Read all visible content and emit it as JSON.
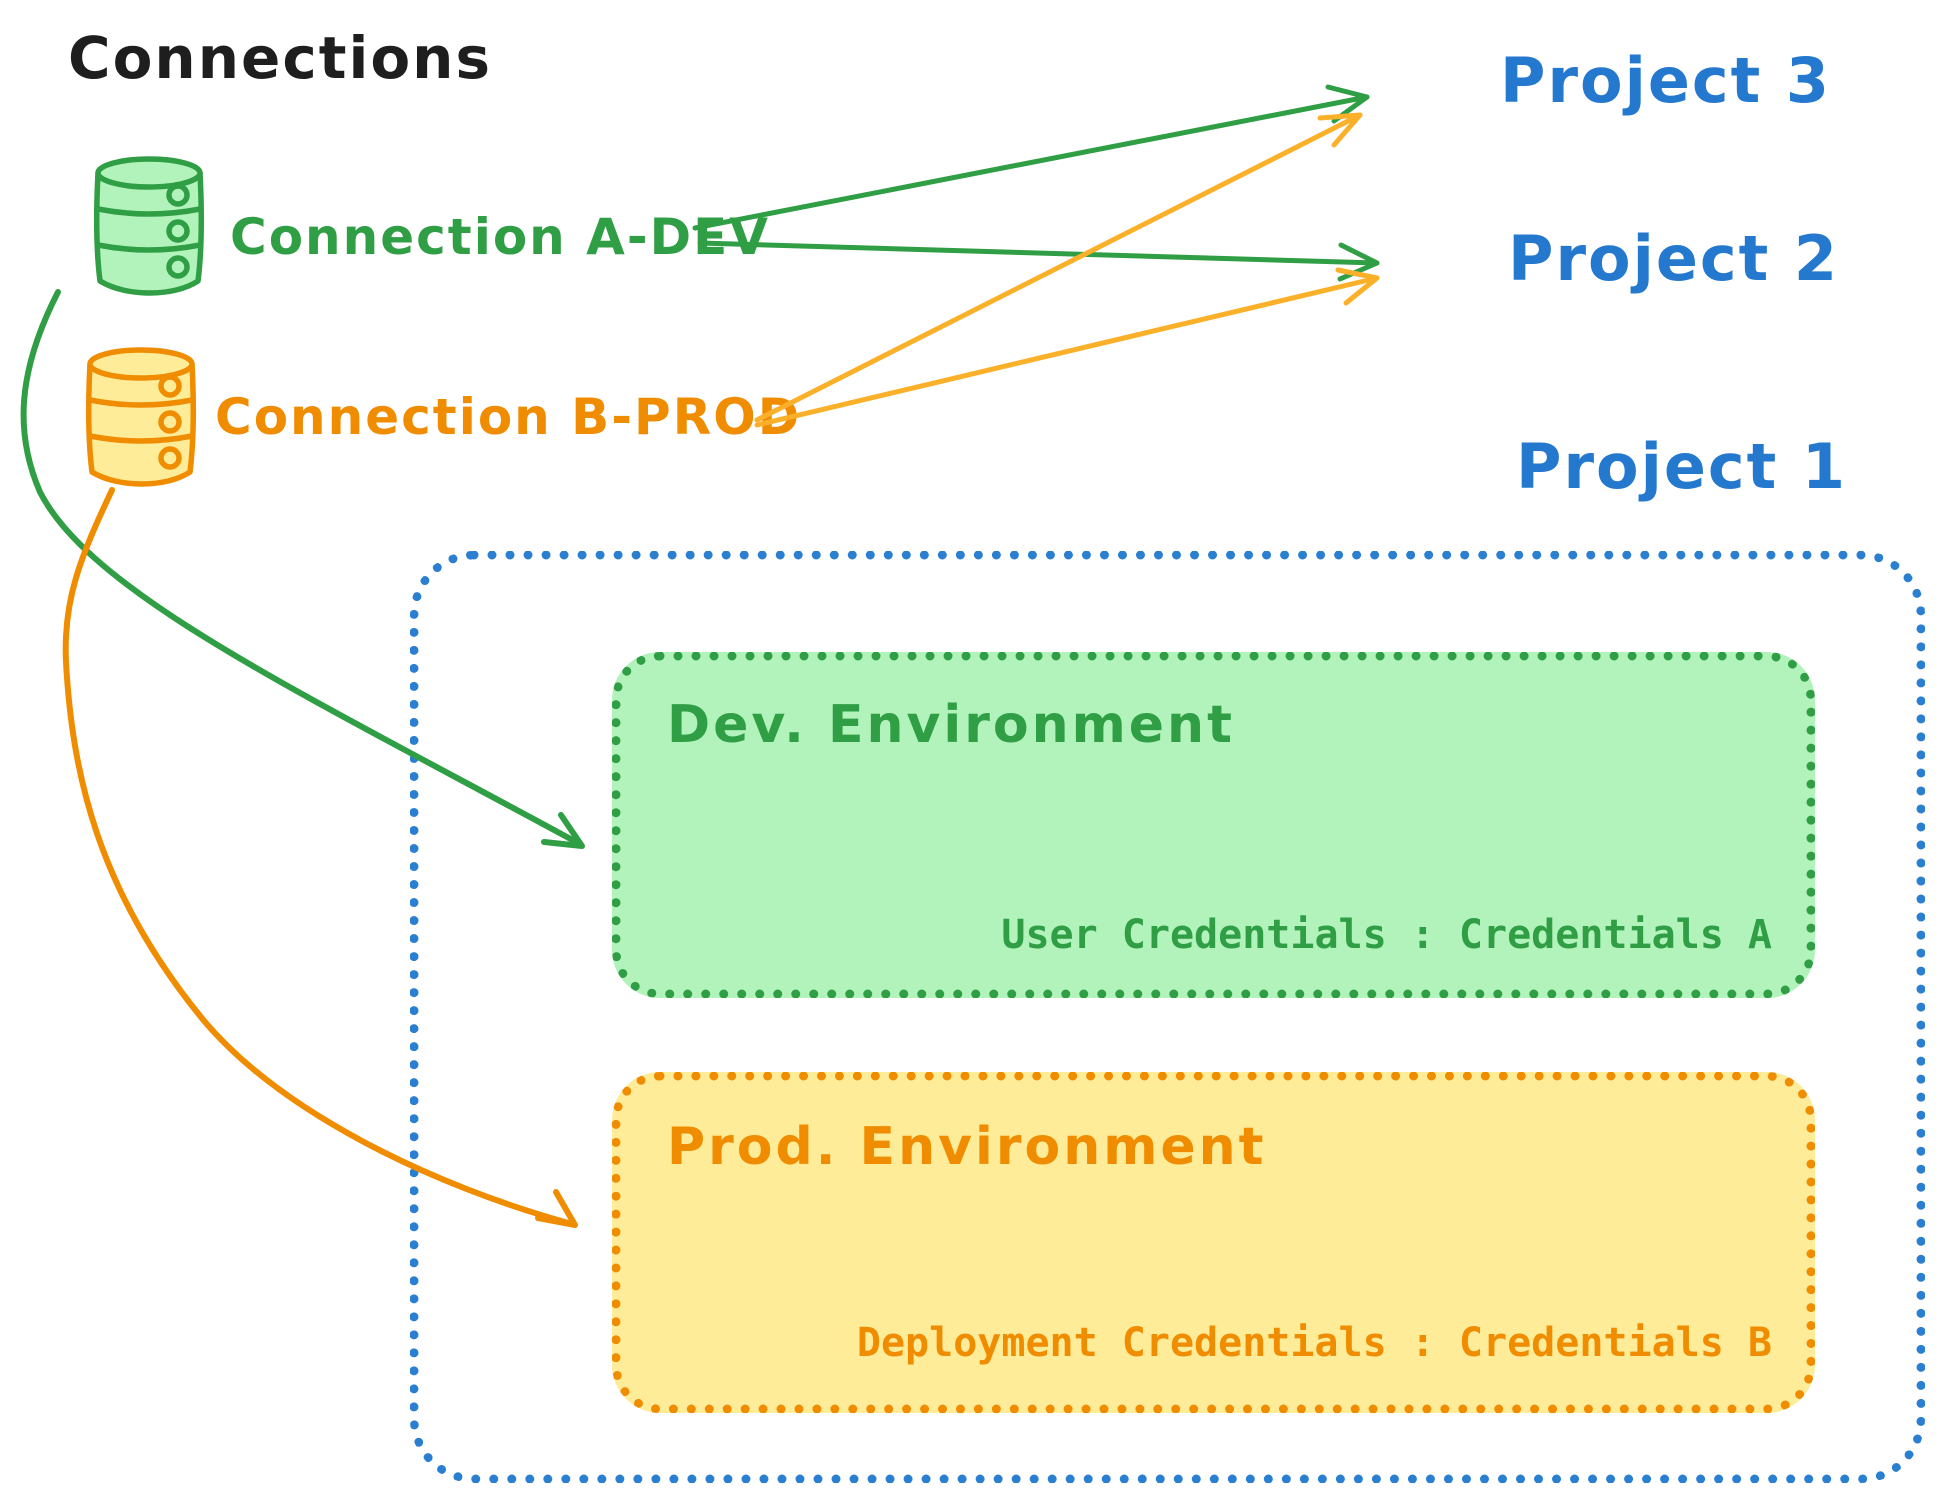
{
  "title": "Connections",
  "connections": [
    {
      "id": "a-dev",
      "label": "Connection A-DEV",
      "stroke_color": "#2f9e44",
      "fill_color": "#b2f2bb",
      "targets": [
        "Project 3",
        "Project 2",
        "Dev. Environment"
      ]
    },
    {
      "id": "b-prod",
      "label": "Connection B-PROD",
      "stroke_color": "#f08c00",
      "fill_color": "#ffec99",
      "targets": [
        "Project 3",
        "Project 2",
        "Prod. Environment"
      ]
    }
  ],
  "projects": [
    {
      "label": "Project 3"
    },
    {
      "label": "Project 2"
    },
    {
      "label": "Project 1"
    }
  ],
  "project1": {
    "dev_environment": {
      "title": "Dev. Environment",
      "credentials": "User Credentials : Credentials A"
    },
    "prod_environment": {
      "title": "Prod. Environment",
      "credentials": "Deployment Credentials : Credentials B"
    }
  },
  "colors": {
    "title_text": "#1e1e1e",
    "project_blue": "#2479cf",
    "project1_border_blue": "#2b7fd0",
    "green_stroke": "#2f9e44",
    "green_fill": "#b2f2bb",
    "orange_stroke": "#f08c00",
    "yellow_fill": "#ffec99",
    "arrow_gold": "#fbb02a",
    "background": "#ffffff"
  }
}
